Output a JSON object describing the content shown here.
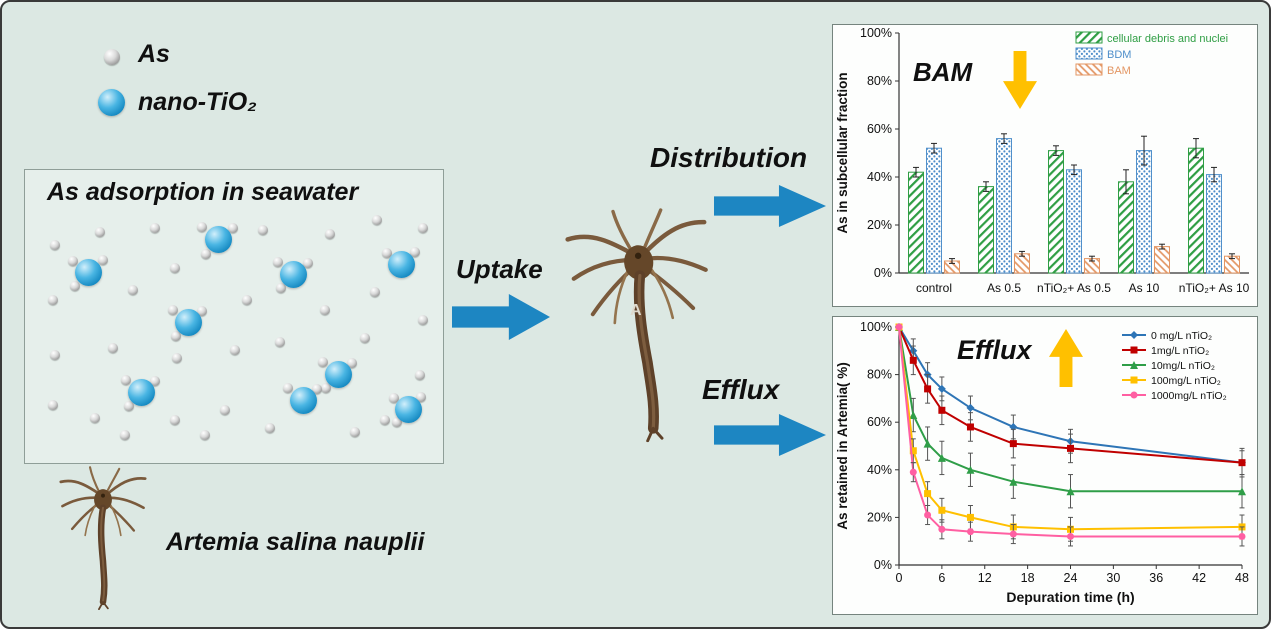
{
  "colors": {
    "background": "#dce8e3",
    "arrow_blue": "#1d86c2",
    "arrow_yellow": "#ffc000",
    "panel_bg": "#fdfefd"
  },
  "legend": {
    "as_label": "As",
    "tio2_label": "nano-TiO₂"
  },
  "seawater_box": {
    "title": "As adsorption in seawater",
    "blue_spheres": [
      [
        193,
        69
      ],
      [
        63,
        102
      ],
      [
        268,
        104
      ],
      [
        376,
        94
      ],
      [
        163,
        152
      ],
      [
        313,
        204
      ],
      [
        116,
        222
      ],
      [
        278,
        230
      ],
      [
        383,
        239
      ]
    ],
    "gray_spheres": [
      [
        30,
        75
      ],
      [
        75,
        62
      ],
      [
        130,
        58
      ],
      [
        238,
        60
      ],
      [
        305,
        64
      ],
      [
        352,
        50
      ],
      [
        398,
        58
      ],
      [
        28,
        130
      ],
      [
        108,
        120
      ],
      [
        150,
        98
      ],
      [
        222,
        130
      ],
      [
        300,
        140
      ],
      [
        350,
        122
      ],
      [
        398,
        150
      ],
      [
        30,
        185
      ],
      [
        88,
        178
      ],
      [
        152,
        188
      ],
      [
        210,
        180
      ],
      [
        255,
        172
      ],
      [
        340,
        168
      ],
      [
        28,
        235
      ],
      [
        70,
        248
      ],
      [
        150,
        250
      ],
      [
        200,
        240
      ],
      [
        245,
        258
      ],
      [
        330,
        262
      ],
      [
        360,
        250
      ],
      [
        395,
        205
      ],
      [
        180,
        265
      ],
      [
        100,
        265
      ],
      [
        177,
        57
      ],
      [
        208,
        58
      ],
      [
        181,
        84
      ],
      [
        48,
        91
      ],
      [
        78,
        90
      ],
      [
        50,
        116
      ],
      [
        253,
        92
      ],
      [
        283,
        93
      ],
      [
        256,
        118
      ],
      [
        362,
        83
      ],
      [
        390,
        82
      ],
      [
        148,
        140
      ],
      [
        177,
        141
      ],
      [
        151,
        166
      ],
      [
        298,
        192
      ],
      [
        327,
        193
      ],
      [
        301,
        218
      ],
      [
        101,
        210
      ],
      [
        130,
        211
      ],
      [
        104,
        236
      ],
      [
        263,
        218
      ],
      [
        292,
        219
      ],
      [
        369,
        228
      ],
      [
        396,
        227
      ],
      [
        372,
        252
      ]
    ]
  },
  "labels": {
    "uptake": "Uptake",
    "distribution": "Distribution",
    "efflux": "Efflux",
    "artemia_caption": "Artemia salina nauplii",
    "artemia_letter": "A"
  },
  "chart_data": [
    {
      "type": "bar",
      "ylabel": "As in subcellular fraction",
      "ylim": [
        0,
        100
      ],
      "ytick_step": 20,
      "ytick_format": "percent",
      "legend_position": "top-right",
      "categories": [
        "control",
        "As 0.5",
        "nTiO₂+ As 0.5",
        "As 10",
        "nTiO₂+ As 10"
      ],
      "series": [
        {
          "name": "cellular debris and nuclei",
          "style": "green-hatch",
          "color": "#2f9e44",
          "values": [
            42,
            36,
            51,
            38,
            52
          ],
          "errors": [
            2,
            2,
            2,
            5,
            4
          ]
        },
        {
          "name": "BDM",
          "style": "blue-dots",
          "color": "#4f8fca",
          "values": [
            52,
            56,
            43,
            51,
            41
          ],
          "errors": [
            2,
            2,
            2,
            6,
            3
          ]
        },
        {
          "name": "BAM",
          "style": "orange-hatch",
          "color": "#e39663",
          "values": [
            5,
            8,
            6,
            11,
            7
          ],
          "errors": [
            1,
            1,
            1,
            1,
            1
          ]
        }
      ],
      "annotation": {
        "text": "BAM",
        "arrow": "down"
      }
    },
    {
      "type": "line",
      "xlabel": "Depuration time (h)",
      "ylabel": "As retained in Artemia( %)",
      "xlim": [
        0,
        48
      ],
      "xticks": [
        0,
        6,
        12,
        18,
        24,
        30,
        36,
        42,
        48
      ],
      "ylim": [
        0,
        100
      ],
      "ytick_step": 20,
      "legend_position": "top-right",
      "x": [
        0,
        2,
        4,
        6,
        10,
        16,
        24,
        48
      ],
      "series": [
        {
          "name": "0 mg/L  nTiO₂",
          "color": "#2e75b6",
          "marker": "diamond",
          "values": [
            100,
            90,
            80,
            74,
            66,
            58,
            52,
            43
          ],
          "error": 5
        },
        {
          "name": "1mg/L  nTiO₂",
          "color": "#c00000",
          "marker": "square",
          "values": [
            100,
            86,
            74,
            65,
            58,
            51,
            49,
            43
          ],
          "error": 6
        },
        {
          "name": "10mg/L  nTiO₂",
          "color": "#2f9e48",
          "marker": "triangle",
          "values": [
            100,
            63,
            51,
            45,
            40,
            35,
            31,
            31
          ],
          "error": 7
        },
        {
          "name": "100mg/L  nTiO₂",
          "color": "#ffc000",
          "marker": "square",
          "values": [
            100,
            48,
            30,
            23,
            20,
            16,
            15,
            16
          ],
          "error": 5
        },
        {
          "name": "1000mg/L  nTiO₂",
          "color": "#ff5fa2",
          "marker": "circle",
          "values": [
            100,
            39,
            21,
            15,
            14,
            13,
            12,
            12
          ],
          "error": 4
        }
      ],
      "annotation": {
        "text": "Efflux",
        "arrow": "up"
      }
    }
  ]
}
